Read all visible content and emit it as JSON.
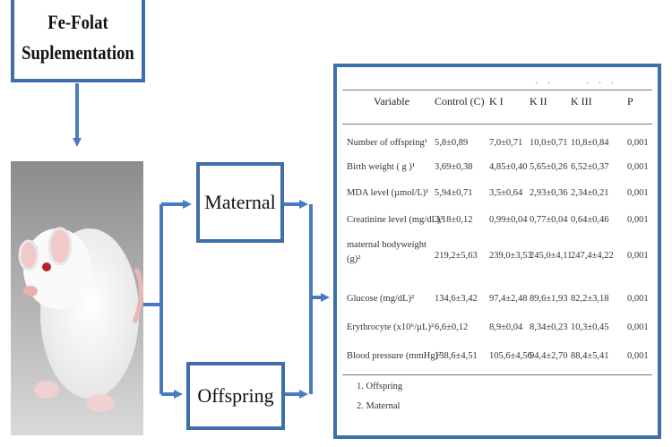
{
  "diagram": {
    "supplement_box": [
      "Fe-Folat",
      "Suplementation"
    ],
    "maternal_label": "Maternal",
    "offspring_label": "Offspring"
  },
  "table": {
    "top_marks": [
      ".  .",
      ".  .  ."
    ],
    "headers": [
      "Variable",
      "Control (C)",
      "K I",
      "K II",
      "K III",
      "P"
    ],
    "rows": [
      [
        "Number of offspring¹",
        "5,8±0,89",
        "7,0±0,71",
        "10,0±0,71",
        "10,8±0,84",
        "0,001"
      ],
      [
        "Birth weight ( g )¹",
        "3,69±0,38",
        "4,85±0,40",
        "5,65±0,26",
        "6,52±0,37",
        "0,001"
      ],
      [
        "MDA level (µmol/L)¹",
        "5,94±0,71",
        "3,5±0,64",
        "2,93±0,36",
        "2,34±0,21",
        "0,001"
      ],
      [
        "Creatinine level (mg/dL)²",
        "3,18±0,12",
        "0,99±0,04",
        "0,77±0,04",
        "0,64±0,46",
        "0,001"
      ],
      [
        "maternal bodyweight (g)²",
        "219,2±5,63",
        "239,0±3,53",
        "245,0±4,11",
        "247,4±4,22",
        "0,001"
      ],
      [
        "Glucose (mg/dL)²",
        "134,6±3,42",
        "97,4±2,48",
        "89,6±1,93",
        "82,2±3,18",
        "0,001"
      ],
      [
        "Erythrocyte (x10⁶/µL)²",
        "6,6±0,12",
        "8,9±0,04",
        "8,34±0,23",
        "10,3±0,45",
        "0,001"
      ],
      [
        "Blood pressure (mmHg)²",
        "138,6±4,51",
        "105,6±4,56",
        "94,4±2,70",
        "88,4±5,41",
        "0,001"
      ]
    ],
    "footnotes": [
      "1.  Offspring",
      "2.  Maternal"
    ]
  },
  "colors": {
    "box_border": "#3f6fa9",
    "arrow": "#4a7bc0"
  }
}
